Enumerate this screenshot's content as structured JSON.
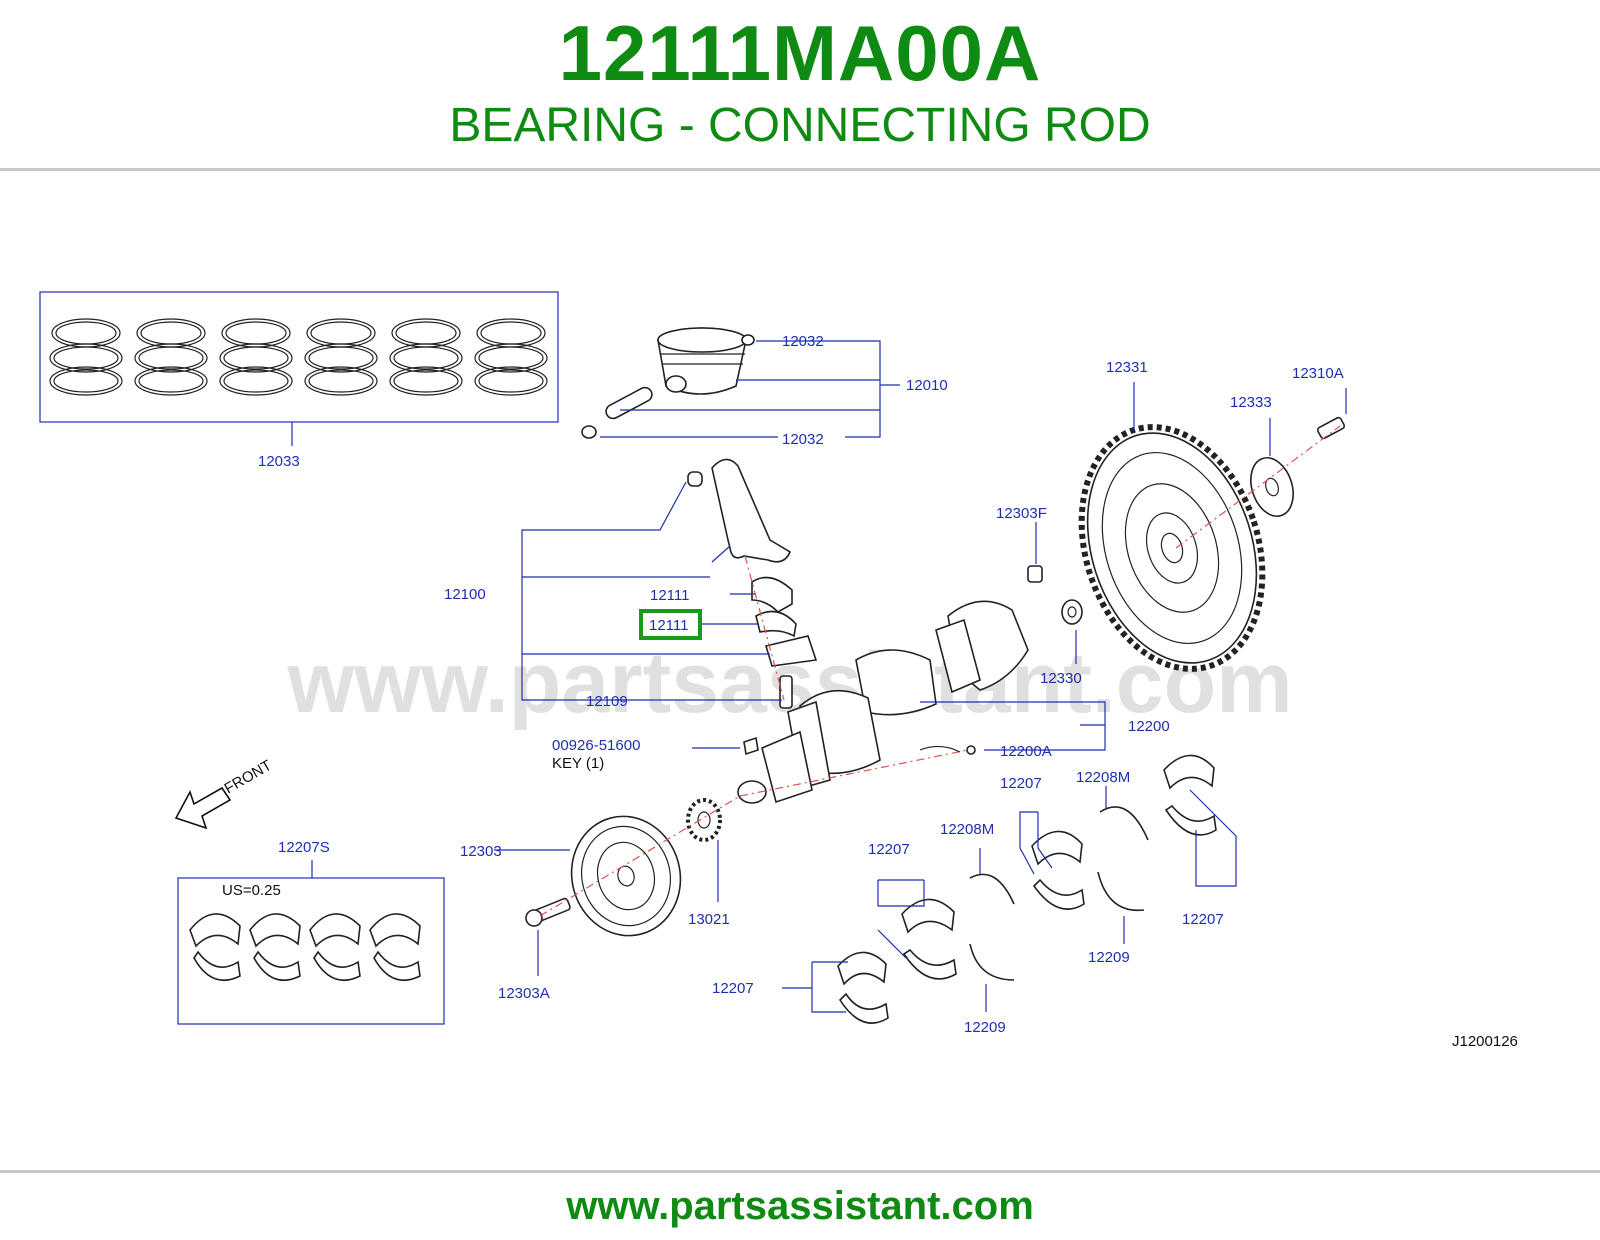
{
  "header": {
    "part_number": "12111MA00A",
    "part_name": "BEARING - CONNECTING ROD"
  },
  "watermark": "www.partsassistant.com",
  "footer": {
    "url": "www.partsassistant.com"
  },
  "diagram_code": "J1200126",
  "front_label": "FRONT",
  "kit_note": "US=0.25",
  "key_label": "KEY   (1)",
  "highlight": {
    "label": "12111",
    "color": "#1a9a1a"
  },
  "callouts": {
    "c12033": "12033",
    "c12032a": "12032",
    "c12010": "12010",
    "c12032b": "12032",
    "c12100": "12100",
    "c12111a": "12111",
    "c12109": "12109",
    "c00926": "00926-51600",
    "c12331": "12331",
    "c12333": "12333",
    "c12310A": "12310A",
    "c12303F": "12303F",
    "c12330": "12330",
    "c12200": "12200",
    "c12200A": "12200A",
    "c12207S": "12207S",
    "c12303": "12303",
    "c13021": "13021",
    "c12303A": "12303A",
    "c12207a": "12207",
    "c12208Ma": "12208M",
    "c12207b": "12207",
    "c12208Mb": "12208M",
    "c12207c": "12207",
    "c12209a": "12209",
    "c12209b": "12209",
    "c12207d": "12207"
  },
  "colors": {
    "brand": "#0f8a12",
    "callout": "#1e2fb0",
    "axis": "#e05050"
  }
}
